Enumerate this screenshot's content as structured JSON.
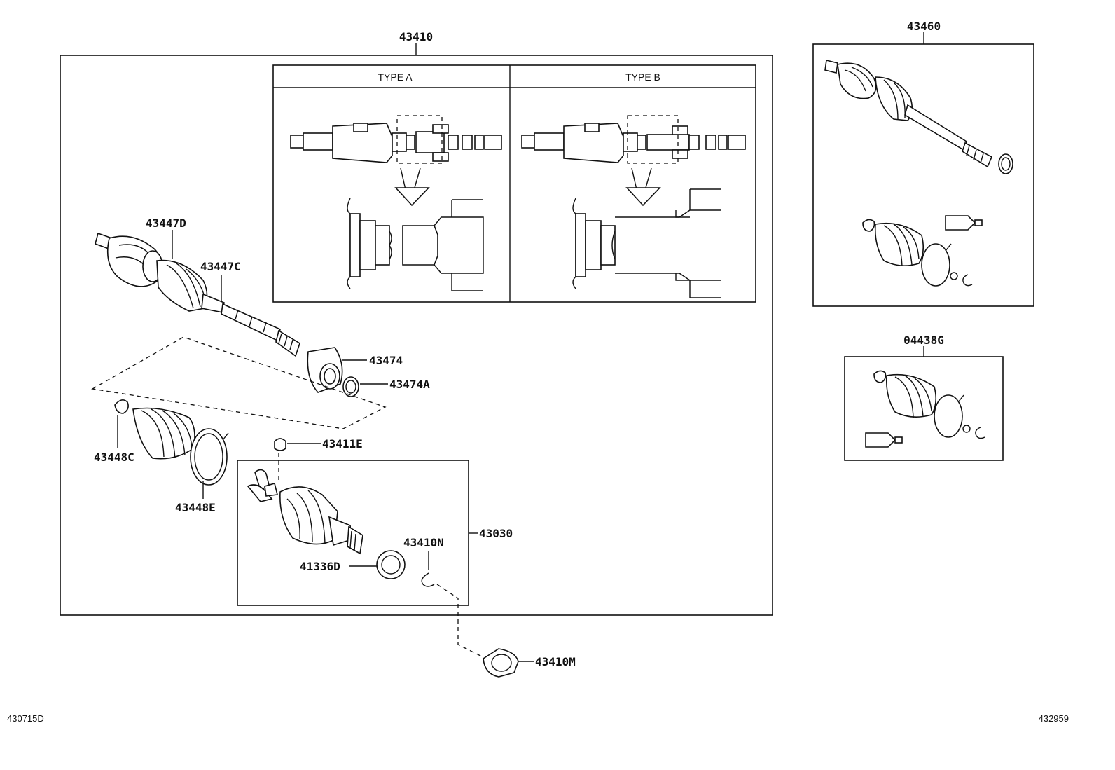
{
  "labels": {
    "l43410": "43410",
    "l43460": "43460",
    "l04438G": "04438G",
    "l43447D": "43447D",
    "l43447C": "43447C",
    "l43474": "43474",
    "l43474A": "43474A",
    "l43448C": "43448C",
    "l43448E": "43448E",
    "l43411E": "43411E",
    "l43030": "43030",
    "l43410N": "43410N",
    "l41336D": "41336D",
    "l43410M": "43410M"
  },
  "types": {
    "type_a": "TYPE A",
    "type_b": "TYPE B"
  },
  "footer": {
    "left_code": "430715D",
    "right_code": "432959"
  }
}
